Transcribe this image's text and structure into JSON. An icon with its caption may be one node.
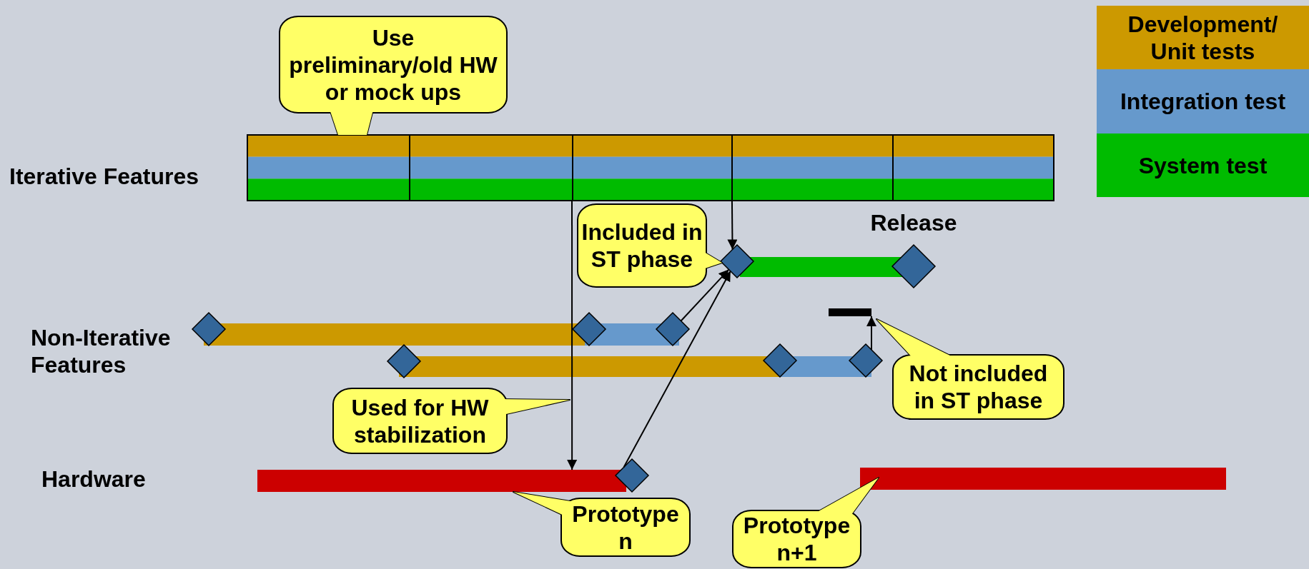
{
  "diagram": {
    "nodes": [
      {
        "text": [
          "Use preliminary/old HW or mock ups"
        ]
      },
      {
        "text": [],
        "shape": "bar"
      },
      {
        "text": [
          "Included in ST phase"
        ]
      },
      {
        "text": [],
        "shape": "diamond"
      },
      {
        "text": [],
        "shape": "diamond",
        "beside": [
          "Release"
        ]
      },
      {
        "text": [],
        "shape": "diamond"
      },
      {
        "text": [],
        "shape": "diamond"
      },
      {
        "text": [],
        "shape": "diamond"
      },
      {
        "text": [],
        "shape": "bar"
      },
      {
        "text": [],
        "shape": "diamond"
      },
      {
        "text": [],
        "shape": "diamond"
      },
      {
        "text": [],
        "shape": "diamond"
      },
      {
        "text": [
          "Not included in ST phase"
        ]
      },
      {
        "text": [
          "Used for HW stabilization"
        ]
      },
      {
        "text": [],
        "shape": "bar"
      },
      {
        "text": [],
        "shape": "diamond"
      },
      {
        "text": [
          "Prototype n"
        ]
      },
      {
        "text": [],
        "shape": "bar"
      },
      {
        "text": [
          "Prototype n+1"
        ]
      }
    ],
    "edges": [
      {
        "from": 1,
        "to": 3,
        "arrow": "to"
      },
      {
        "from": 1,
        "to": 14,
        "arrow": "to"
      },
      {
        "from": 7,
        "to": 3,
        "arrow": "to"
      },
      {
        "from": 15,
        "to": 3,
        "arrow": "to"
      },
      {
        "from": 11,
        "to": 8,
        "arrow": "to"
      }
    ],
    "labels": [
      "Iterative Features",
      "Non-Iterative Features",
      "Hardware"
    ],
    "legend": [
      {
        "text": "Development/ Unit tests",
        "color": "#cc9900"
      },
      {
        "text": "Integration test",
        "color": "#6699cc"
      },
      {
        "text": "System test",
        "color": "#00bb00"
      }
    ]
  }
}
